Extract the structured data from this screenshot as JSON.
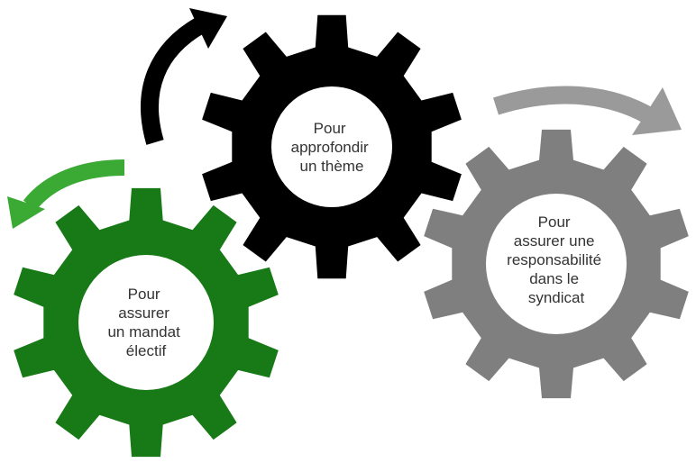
{
  "gears": [
    {
      "id": "black",
      "color": "#000000",
      "lines": [
        "Pour",
        "approfondir",
        "un thème"
      ]
    },
    {
      "id": "green",
      "color": "#177a17",
      "lines": [
        "Pour",
        "assurer",
        "un mandat",
        "électif"
      ]
    },
    {
      "id": "gray",
      "color": "#7f7f7f",
      "lines": [
        "Pour",
        "assurer une",
        "responsabilité",
        "dans le",
        "syndicat"
      ]
    }
  ],
  "arrows": [
    {
      "id": "black-arrow",
      "color": "#000000",
      "direction": "clockwise"
    },
    {
      "id": "green-arrow",
      "color": "#3aaa35",
      "direction": "counter-clockwise"
    },
    {
      "id": "gray-arrow",
      "color": "#9a9a9a",
      "direction": "clockwise"
    }
  ],
  "label_color": "#333333",
  "hub_color": "#ffffff"
}
